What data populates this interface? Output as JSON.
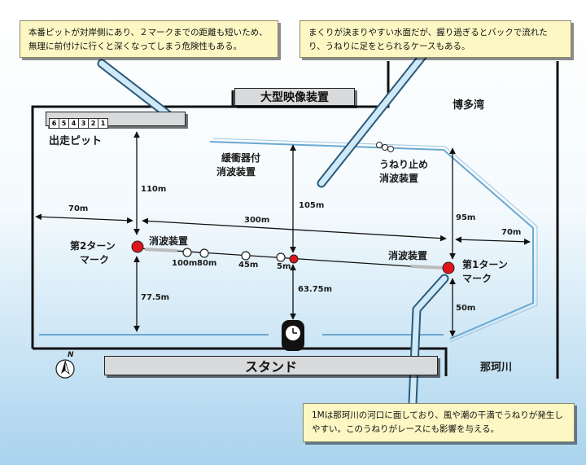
{
  "notes": {
    "top_left": "本番ピットが対岸側にあり、２マークまでの距離も短いため、無理に前付けに行くと深くなってしまう危険性もある。",
    "top_right": "まくりが決まりやすい水面だが、握り過ぎるとバックで流れたり、うねりに足をとられるケースもある。",
    "bottom_right": "1Mは那珂川の河口に面しており、風や潮の干満でうねりが発生しやすい。このうねりがレースにも影響を与える。"
  },
  "structures": {
    "video_screen": "大型映像装置",
    "stand": "スタンド",
    "pit_label": "出走ピット",
    "pit_numbers": [
      "6",
      "5",
      "4",
      "3",
      "2",
      "1"
    ]
  },
  "places": {
    "bay": "博多湾",
    "river": "那珂川"
  },
  "devices": {
    "buffered_wave_absorber": [
      "緩衝器付",
      "消波装置"
    ],
    "wave_absorber_left": "消波装置",
    "wave_absorber_right": "消波装置",
    "swell_stopper": [
      "うねり止め",
      "消波装置"
    ]
  },
  "marks": {
    "mark2": [
      "第2ターン",
      "マーク"
    ],
    "mark1": [
      "第1ターン",
      "マーク"
    ]
  },
  "distances": {
    "left_70": "70m",
    "right_70": "70m",
    "pit_110": "110m",
    "d300": "300m",
    "d105": "105m",
    "d95": "95m",
    "d77_5": "77.5m",
    "d63_75": "63.75m",
    "d50": "50m",
    "b100": "100m",
    "b80": "80m",
    "b45": "45m",
    "b5": "5m"
  },
  "compass": "N",
  "colors": {
    "background_top": "#ffffff",
    "background_bottom": "#a9d3ee",
    "mark_red": "#e0141b",
    "note_bg": "#fdf7c4",
    "callout_blue": "#cfe9f7"
  }
}
